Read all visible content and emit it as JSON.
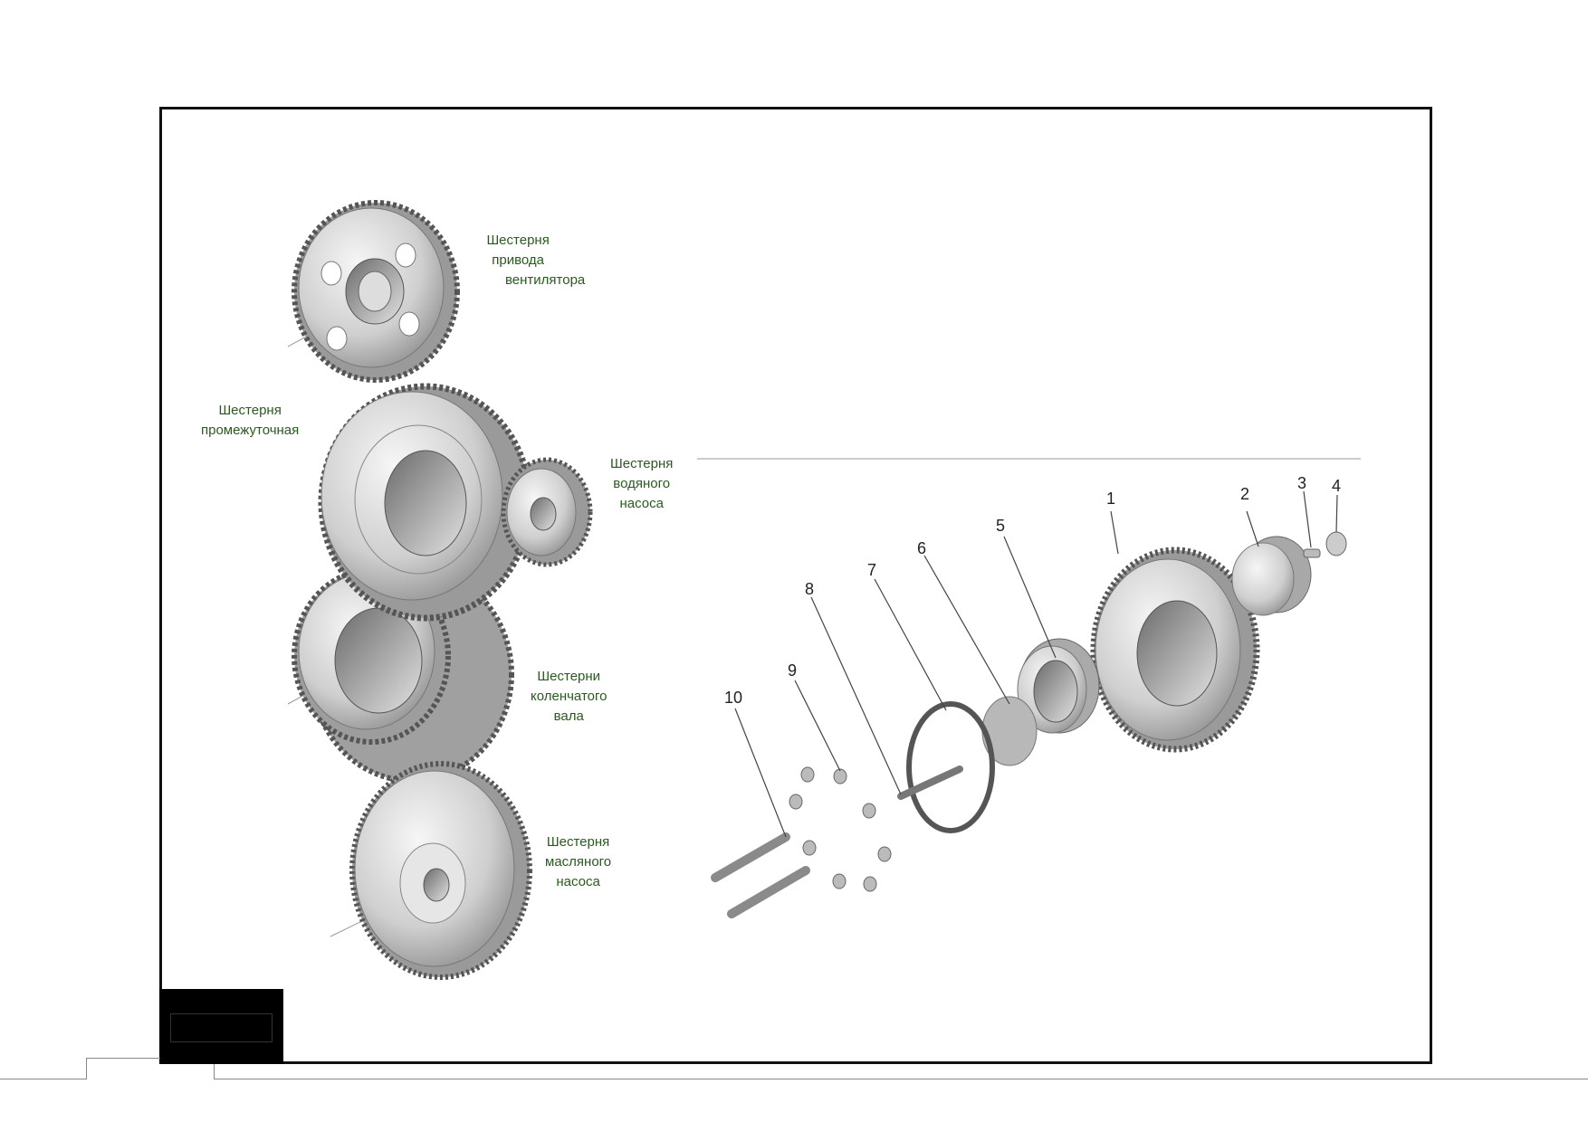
{
  "labels": {
    "fan_gear": [
      "Шестерня",
      "привода",
      "вентилятора"
    ],
    "idler_gear": [
      "Шестерня",
      "промежуточная"
    ],
    "water_pump_gear": [
      "Шестерня",
      "водяного",
      "насоса"
    ],
    "crankshaft_gears": [
      "Шестерни",
      "коленчатого",
      "вала"
    ],
    "oil_pump_gear": [
      "Шестерня",
      "масляного",
      "насоса"
    ]
  },
  "callouts": [
    "1",
    "2",
    "3",
    "4",
    "5",
    "6",
    "7",
    "8",
    "9",
    "10"
  ],
  "colors": {
    "label_green": "#2a5a1e",
    "frame": "#111111",
    "metal": "#c8c8c8"
  }
}
